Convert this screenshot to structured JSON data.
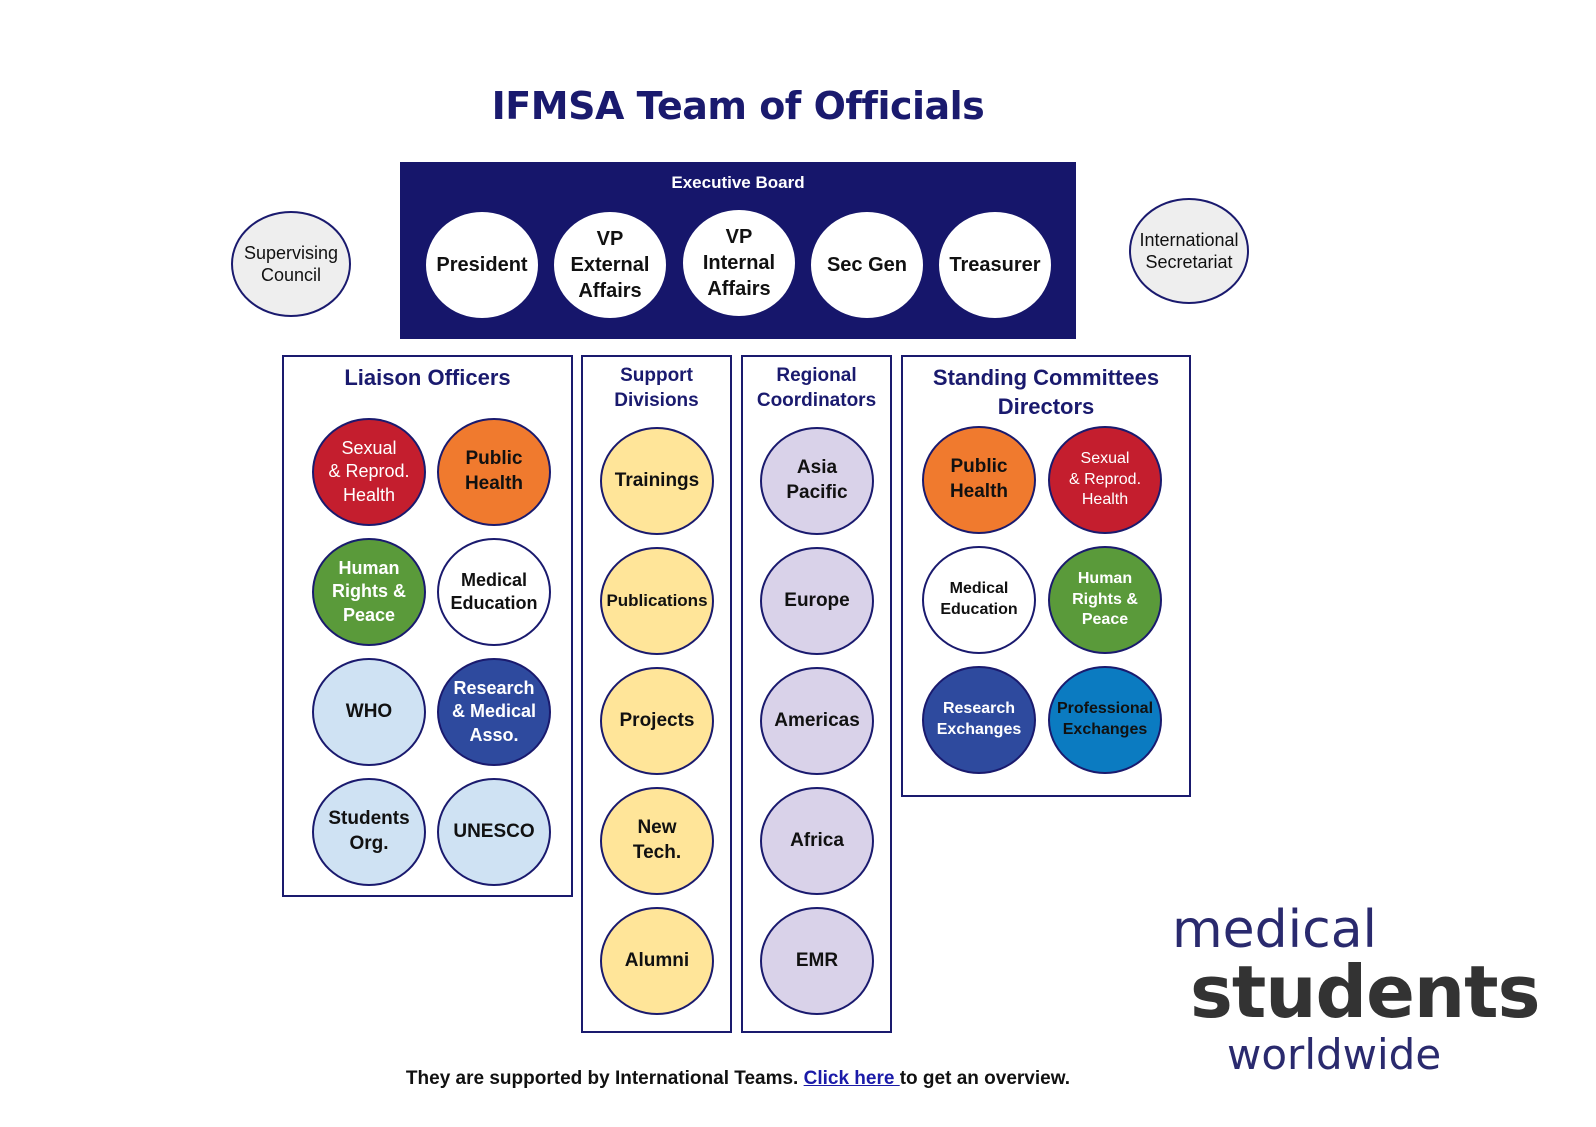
{
  "title": "IFMSA Team of Officials",
  "executive_board": {
    "label": "Executive Board",
    "members": [
      "President",
      "VP\nExternal\nAffairs",
      "VP\nInternal\nAffairs",
      "Sec Gen",
      "Treasurer"
    ]
  },
  "supervising_council": "Supervising\nCouncil",
  "international_secretariat": "International\nSecretariat",
  "liaison": {
    "title": "Liaison Officers",
    "items": [
      {
        "label": "Sexual\n& Reprod.\nHealth",
        "color": "#c41e2e",
        "text_color": "#ffffff",
        "weight": "normal"
      },
      {
        "label": "Public\nHealth",
        "color": "#f07a2e",
        "text_color": "#111111",
        "weight": "bold"
      },
      {
        "label": "Human\nRights &\nPeace",
        "color": "#5a9a3a",
        "text_color": "#ffffff",
        "weight": "bold"
      },
      {
        "label": "Medical\nEducation",
        "color": "#ffffff",
        "text_color": "#111111",
        "weight": "bold"
      },
      {
        "label": "WHO",
        "color": "#cfe2f3",
        "text_color": "#111111",
        "weight": "bold"
      },
      {
        "label": "Research\n& Medical\nAsso.",
        "color": "#2e4a9e",
        "text_color": "#ffffff",
        "weight": "bold"
      },
      {
        "label": "Students\nOrg.",
        "color": "#cfe2f3",
        "text_color": "#111111",
        "weight": "bold"
      },
      {
        "label": "UNESCO",
        "color": "#cfe2f3",
        "text_color": "#111111",
        "weight": "bold"
      }
    ]
  },
  "support": {
    "title": "Support\nDivisions",
    "color": "#ffe599",
    "items": [
      "Trainings",
      "Publications",
      "Projects",
      "New\nTech.",
      "Alumni"
    ]
  },
  "regional": {
    "title": "Regional\nCoordinators",
    "color": "#d9d2e9",
    "items": [
      "Asia\nPacific",
      "Europe",
      "Americas",
      "Africa",
      "EMR"
    ]
  },
  "standing": {
    "title": "Standing Committees\nDirectors",
    "items": [
      {
        "label": "Public\nHealth",
        "color": "#f07a2e",
        "text_color": "#111111",
        "weight": "bold"
      },
      {
        "label": "Sexual\n& Reprod.\nHealth",
        "color": "#c41e2e",
        "text_color": "#ffffff",
        "weight": "normal"
      },
      {
        "label": "Medical\nEducation",
        "color": "#ffffff",
        "text_color": "#111111",
        "weight": "bold"
      },
      {
        "label": "Human\nRights &\nPeace",
        "color": "#5a9a3a",
        "text_color": "#ffffff",
        "weight": "bold"
      },
      {
        "label": "Research\nExchanges",
        "color": "#2e4a9e",
        "text_color": "#ffffff",
        "weight": "bold"
      },
      {
        "label": "Professional\nExchanges",
        "color": "#0b7bc1",
        "text_color": "#111111",
        "weight": "bold"
      }
    ]
  },
  "footer": {
    "before": "They are supported by International Teams. ",
    "link": "Click here ",
    "after": "to get an overview."
  },
  "logo": {
    "line1": "medical",
    "line2": "students",
    "line3": "worldwide"
  }
}
